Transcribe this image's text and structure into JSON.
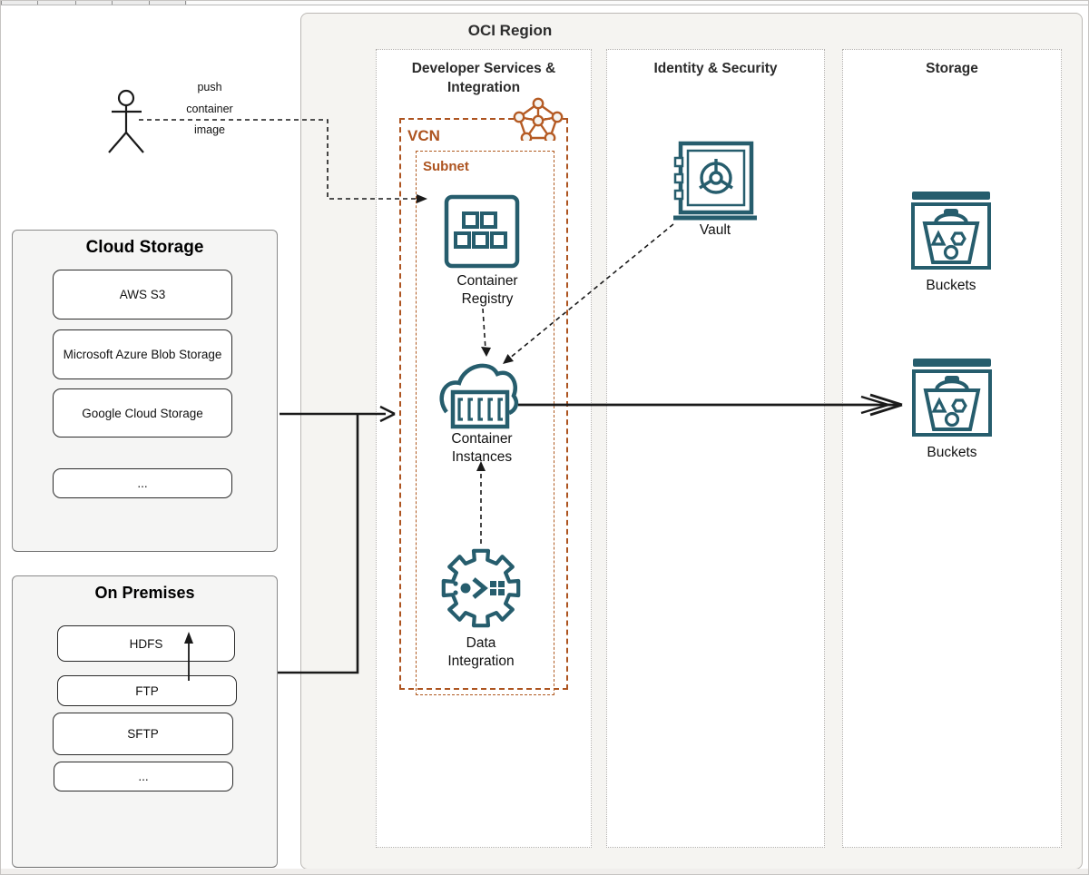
{
  "colors": {
    "teal": "#265d6d",
    "orange": "#ad5420",
    "region_fill": "#f5f4f1",
    "panel_fill": "#f5f5f4",
    "line": "#1a1a1a"
  },
  "actor": {
    "edge_label_lines": [
      "push",
      "container",
      "image"
    ]
  },
  "cloud_storage": {
    "title": "Cloud Storage",
    "items": [
      "AWS S3",
      "Microsoft Azure Blob Storage",
      "Google Cloud Storage",
      "..."
    ]
  },
  "on_premises": {
    "title": "On Premises",
    "items": [
      "HDFS",
      "FTP",
      "SFTP",
      "..."
    ]
  },
  "oci_region": {
    "title": "OCI Region",
    "columns": [
      {
        "label": "Developer Services & Integration"
      },
      {
        "label": "Identity & Security"
      },
      {
        "label": "Storage"
      }
    ],
    "vcn": {
      "label": "VCN"
    },
    "subnet": {
      "label": "Subnet"
    },
    "nodes": {
      "container_registry": {
        "label": "Container Registry"
      },
      "container_instances": {
        "label": "Container Instances"
      },
      "data_integration": {
        "label": "Data Integration"
      },
      "vault": {
        "label": "Vault"
      },
      "buckets_top": {
        "label": "Buckets"
      },
      "buckets_bottom": {
        "label": "Buckets"
      }
    }
  }
}
